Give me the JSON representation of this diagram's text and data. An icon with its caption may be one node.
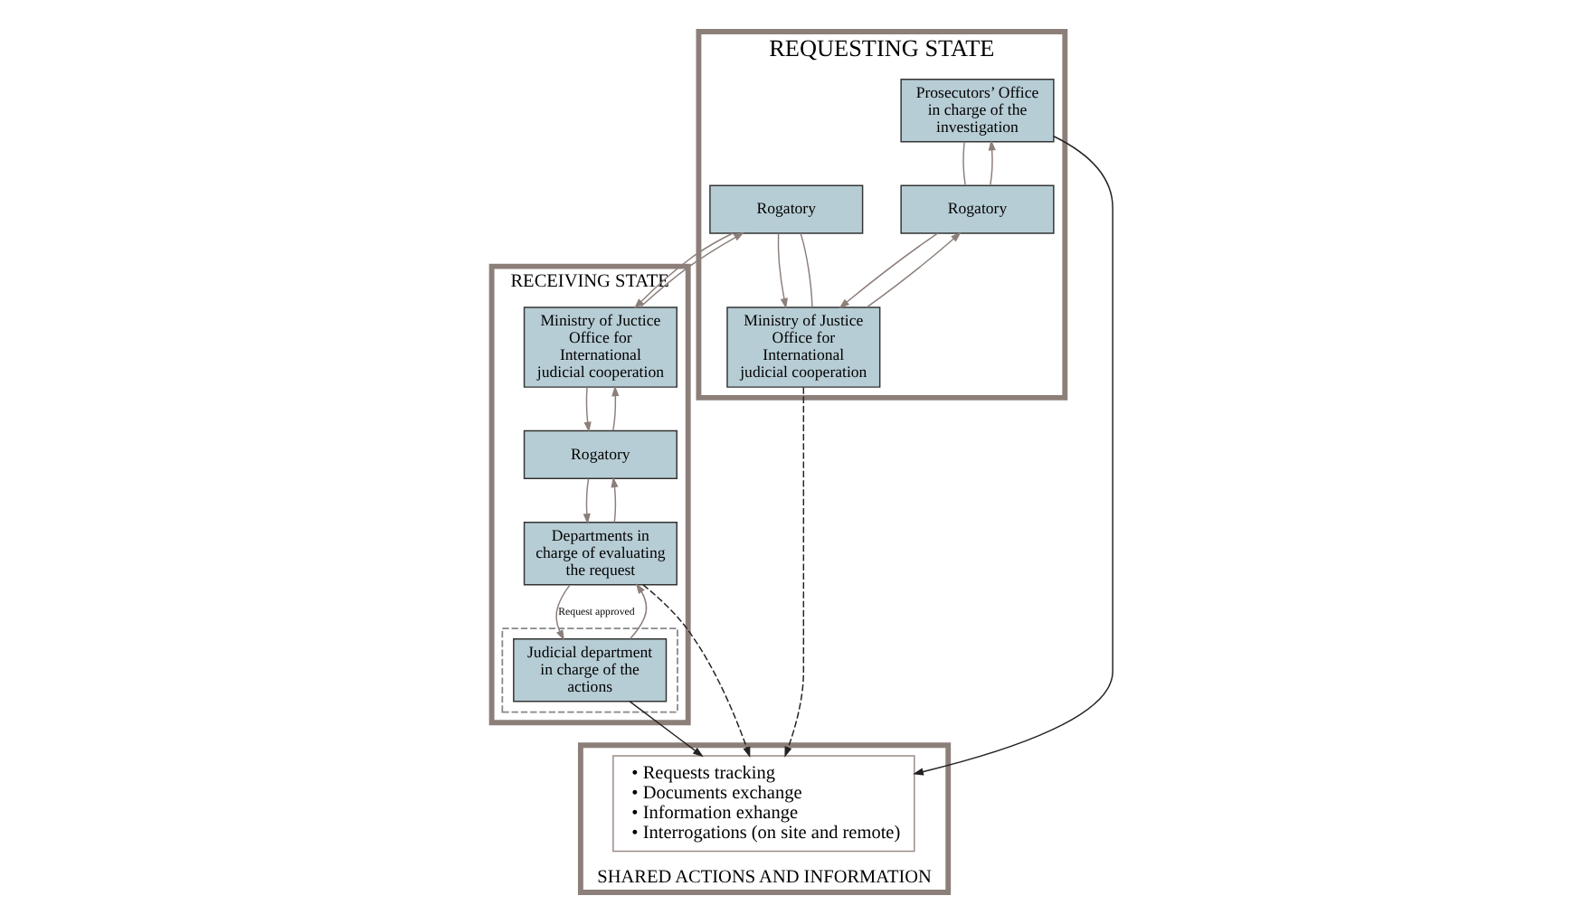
{
  "diagram": {
    "nodes": [
      {
        "text": [
          "REQUESTING STATE"
        ]
      },
      {
        "text": [
          "Prosecutors’ Office in charge of the investigation"
        ],
        "in": 0
      },
      {
        "text": [
          "Rogatory"
        ],
        "in": 0
      },
      {
        "text": [
          "Rogatory"
        ],
        "in": 0
      },
      {
        "text": [
          "Ministry of Justice Office for International judicial cooperation"
        ],
        "in": 0
      },
      {
        "text": [
          "RECEIVING STATE"
        ]
      },
      {
        "text": [
          "Ministry of Juctice Office for International judicial cooperation"
        ],
        "in": 5
      },
      {
        "text": [
          "Rogatory"
        ],
        "in": 5
      },
      {
        "text": [
          "Departments in charge of evaluating the request"
        ],
        "in": 5
      },
      {
        "text": [],
        "shape": "box",
        "in": 5
      },
      {
        "text": [
          "Judicial department in charge of the actions"
        ],
        "in": 9
      },
      {
        "text": [
          "SHARED ACTIONS AND INFORMATION"
        ]
      },
      {
        "text": [
          "• Requests tracking",
          "• Documents exchange",
          "• Information exhange",
          "• Interrogations (on site and remote)"
        ],
        "in": 11
      }
    ],
    "edges": [
      {
        "from": 2,
        "to": 1,
        "arrow": "to"
      },
      {
        "from": 1,
        "to": 2,
        "arrow": "none"
      },
      {
        "from": 2,
        "to": 4,
        "arrow": "to"
      },
      {
        "from": 4,
        "to": 2,
        "arrow": "to"
      },
      {
        "from": 3,
        "to": 4,
        "arrow": "to"
      },
      {
        "from": 4,
        "to": 3,
        "arrow": "none"
      },
      {
        "from": 6,
        "to": 3,
        "arrow": "to"
      },
      {
        "from": 3,
        "to": 6,
        "arrow": "to"
      },
      {
        "from": 7,
        "to": 6,
        "arrow": "to"
      },
      {
        "from": 6,
        "to": 7,
        "arrow": "to"
      },
      {
        "from": 8,
        "to": 7,
        "arrow": "to"
      },
      {
        "from": 7,
        "to": 8,
        "arrow": "to"
      },
      {
        "from": 10,
        "to": 8,
        "arrow": "to"
      },
      {
        "from": 8,
        "to": 10,
        "arrow": "to",
        "label": "Request approved"
      },
      {
        "from": 4,
        "to": 12,
        "arrow": "to",
        "style": "dashed",
        "color": "#222222"
      },
      {
        "from": 8,
        "to": 12,
        "arrow": "to",
        "style": "dashed",
        "color": "#222222"
      },
      {
        "from": 1,
        "to": 12,
        "arrow": "to",
        "color": "#222222"
      },
      {
        "from": 10,
        "to": 12,
        "arrow": "to",
        "color": "#222222"
      }
    ]
  }
}
